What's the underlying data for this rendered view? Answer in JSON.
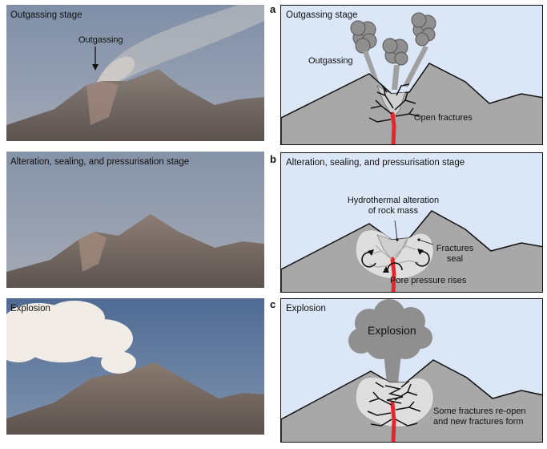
{
  "photos": [
    {
      "title": "Outgassing stage",
      "annotation": "Outgassing"
    },
    {
      "title": "Alteration, sealing, and pressurisation stage"
    },
    {
      "title": "Explosion"
    }
  ],
  "panels": [
    {
      "letter": "a",
      "title": "Outgassing stage",
      "labels": {
        "outgassing": "Outgassing",
        "open_fractures": "Open fractures"
      }
    },
    {
      "letter": "b",
      "title": "Alteration, sealing, and pressurisation stage",
      "labels": {
        "hydro_line1": "Hydrothermal alteration",
        "hydro_line2": "of rock mass",
        "seal_line1": "Fractures",
        "seal_line2": "seal",
        "pore": "Pore pressure rises"
      }
    },
    {
      "letter": "c",
      "title": "Explosion",
      "labels": {
        "explosion": "Explosion",
        "reopen_line1": "Some fractures re-open",
        "reopen_line2": "and new fractures form"
      }
    }
  ],
  "colors": {
    "sky_panel": "#dbe6f7",
    "volcano_gray": "#a8a8a8",
    "alteration": "#dedede",
    "magma": "#e8262a",
    "plume_gray": "#8f8f8f"
  }
}
